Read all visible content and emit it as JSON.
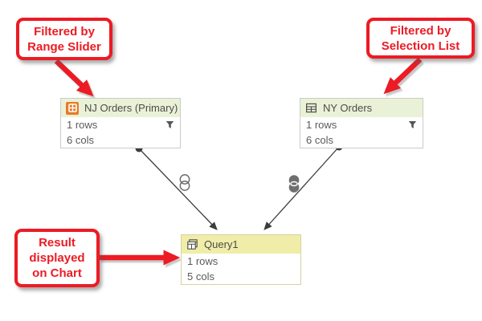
{
  "diagram": {
    "callouts": [
      {
        "name": "filtered-by-range-slider",
        "lines": [
          "Filtered by",
          "Range Slider"
        ]
      },
      {
        "name": "filtered-by-selection-list",
        "lines": [
          "Filtered by",
          "Selection List"
        ]
      },
      {
        "name": "result-displayed-on-chart",
        "lines": [
          "Result",
          "displayed",
          "on Chart"
        ]
      }
    ],
    "nodes": [
      {
        "name": "nj-orders",
        "title": "NJ Orders (Primary)",
        "rows": "1 rows",
        "cols": "6 cols",
        "icon": "data-table-icon-orange",
        "has_filter": true
      },
      {
        "name": "ny-orders",
        "title": "NY Orders",
        "rows": "1 rows",
        "cols": "6 cols",
        "icon": "data-table-icon",
        "has_filter": true
      },
      {
        "name": "query1",
        "title": "Query1",
        "rows": "1 rows",
        "cols": "5 cols",
        "icon": "joined-query-icon",
        "has_filter": false
      }
    ],
    "icons": {
      "left_join": "join-icon-outline",
      "right_join": "join-icon-filled",
      "filter": "filter-funnel-icon"
    },
    "colors": {
      "callout_red": "#ec1b24",
      "node_header_green": "#e9f2d6",
      "node_header_yellow": "#f0eda9",
      "node_border": "#cbcbcb",
      "query_border": "#d6d3a2",
      "icon_orange": "#e87b28",
      "connector": "#3c3c3c"
    }
  }
}
